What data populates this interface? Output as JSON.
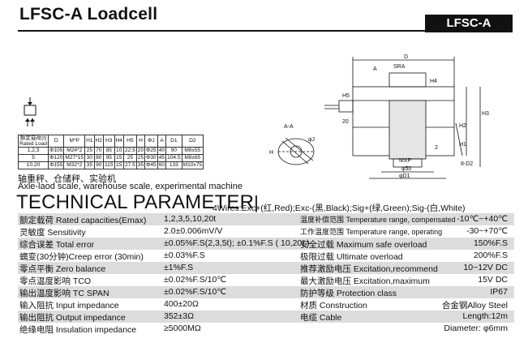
{
  "header": {
    "title": "LFSC-A Loadcell",
    "model_badge": "LFSC-A"
  },
  "dimension_table": {
    "load_header_cn": "额定载荷(t)",
    "load_header_en": "Rated Load",
    "columns": [
      "D",
      "M*P",
      "H1",
      "H2",
      "H3",
      "H4",
      "H5",
      "H",
      "ΦJ",
      "A",
      "D1",
      "D2"
    ],
    "rows": [
      [
        "1,2,3",
        "Φ105",
        "M24*2",
        "25",
        "70",
        "85",
        "10",
        "22.5",
        "20",
        "Φ25",
        "40",
        "90",
        "M8x55"
      ],
      [
        "5",
        "Φ120",
        "M27*15",
        "30",
        "80",
        "95",
        "15",
        "25",
        "25",
        "Φ30",
        "45",
        "104.5",
        "M8x65"
      ],
      [
        "10,20",
        "Φ155",
        "M32*2",
        "35",
        "90",
        "115",
        "15",
        "27.5",
        "35",
        "Φ45",
        "60",
        "133",
        "M10x75"
      ]
    ]
  },
  "captions": {
    "cn": "轴重秤、仓储秤、实验机",
    "en": "Axle-laod scale, warehouse scale, experimental machine"
  },
  "technical": {
    "title": "TECHNICAL PARAMETER",
    "bar": "|",
    "wires": "4Wires:Exc+(红,Red);Exc-(黑,Black);Sig+(绿,Green);Sig-(白,White)",
    "rows": [
      {
        "left_label": "额定载荷 Rated capacities(Emax)",
        "left_value": "1,2,3,5,10,20t",
        "right_label": "温度补偿范围 Temperature range, compensated",
        "right_value": "-10℃~+40℃"
      },
      {
        "left_label": "灵敏度 Sensitivity",
        "left_value": "2.0±0.006mV/V",
        "right_label": "工作温度范围 Temperature range, operating",
        "right_value": "-30~+70℃"
      },
      {
        "left_label": "综合误差 Total error",
        "left_value": "±0.05%F.S(2,3,5t); ±0.1%F.S ( 10,20t )",
        "right_label": "安全过载 Maximum safe overload",
        "right_value": "150%F.S"
      },
      {
        "left_label": "蠕变(30分钟)Creep error (30min)",
        "left_value": "±0.03%F.S",
        "right_label": "极限过载 Ultimate overload",
        "right_value": "200%F.S"
      },
      {
        "left_label": "零点平衡 Zero balance",
        "left_value": "±1%F.S",
        "right_label": "推荐激励电压 Excitation,recommend",
        "right_value": "10~12V DC"
      },
      {
        "left_label": "零点温度影响 TCO",
        "left_value": "±0.02%F.S/10℃",
        "right_label": "最大激励电压 Excitation,maximum",
        "right_value": "15V DC"
      },
      {
        "left_label": "输出温度影响 TC SPAN",
        "left_value": "±0.02%F.S/10℃",
        "right_label": "防护等级 Protection class",
        "right_value": "IP67"
      },
      {
        "left_label": "输入阻抗 Input  impedance",
        "left_value": "400±20Ω",
        "right_label": "材质 Construction",
        "right_value": "合金钢Alloy Steel"
      },
      {
        "left_label": "输出阻抗 Output  impedance",
        "left_value": "352±3Ω",
        "right_label": "电缆 Cable",
        "right_value": "Length:12m"
      },
      {
        "left_label": "绝缘电阻 Insulation impedance",
        "left_value": "≥5000MΩ",
        "right_label": "",
        "right_value": "Diameter: φ6mm"
      }
    ]
  },
  "drawing_labels": {
    "D": "D",
    "SRA": "SRA",
    "A": "A",
    "H4": "H4",
    "H5": "H5",
    "H": "H",
    "H1": "H1",
    "H2": "H2",
    "H3": "H3",
    "twenty": "20",
    "AA": "A-A",
    "J": "φJ",
    "MXP": "MXP",
    "D50": "φ50",
    "D1": "φD1",
    "D2": "8-D2",
    "two": "2"
  }
}
